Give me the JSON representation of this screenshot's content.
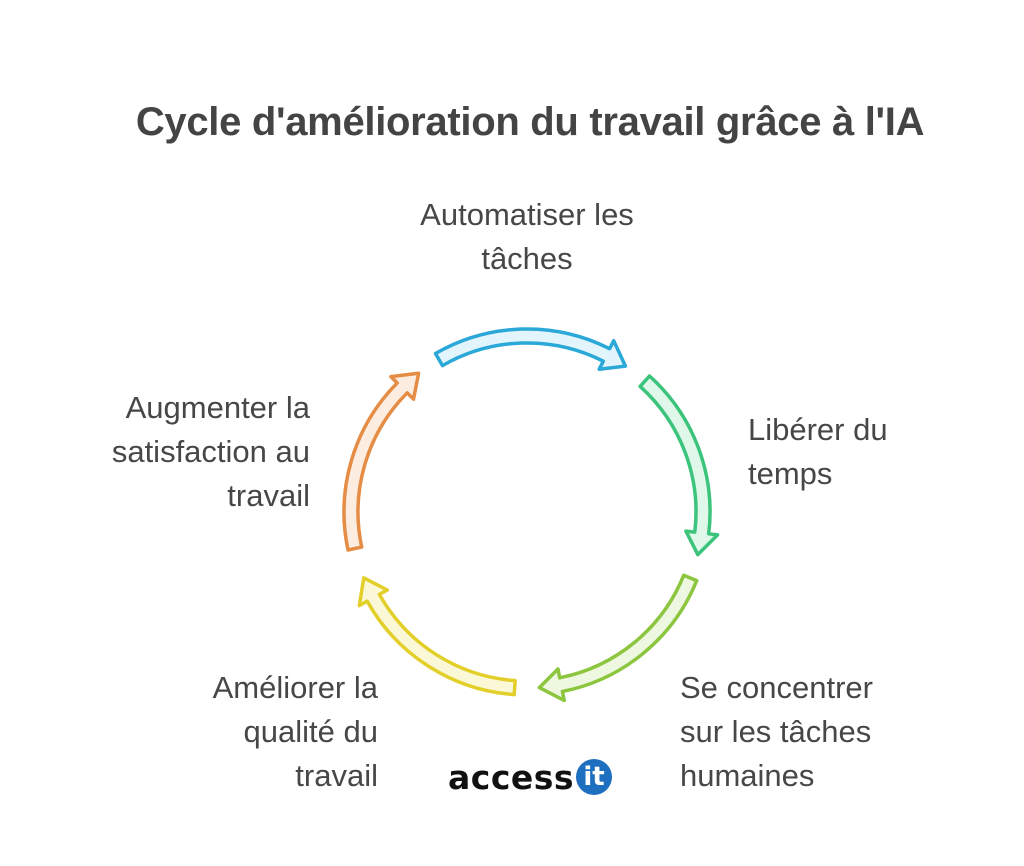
{
  "title": "Cycle d'amélioration du travail grâce à l'IA",
  "steps": [
    {
      "lines": [
        "Automatiser les",
        "tâches"
      ],
      "stroke": "#2aa8d8",
      "fill": "#e3f5fc"
    },
    {
      "lines": [
        "Libérer du",
        "temps"
      ],
      "stroke": "#3cc47c",
      "fill": "#e0f8ea"
    },
    {
      "lines": [
        "Se concentrer",
        "sur les tâches",
        "humaines"
      ],
      "stroke": "#8cc63f",
      "fill": "#eef7e0"
    },
    {
      "lines": [
        "Améliorer la",
        "qualité du",
        "travail"
      ],
      "stroke": "#e3cf2a",
      "fill": "#fbf8d8"
    },
    {
      "lines": [
        "Augmenter la",
        "satisfaction au",
        "travail"
      ],
      "stroke": "#e58c45",
      "fill": "#fdede0"
    }
  ],
  "logo": {
    "text": "access",
    "badge": "it",
    "badge_color": "#1f6fc0"
  }
}
